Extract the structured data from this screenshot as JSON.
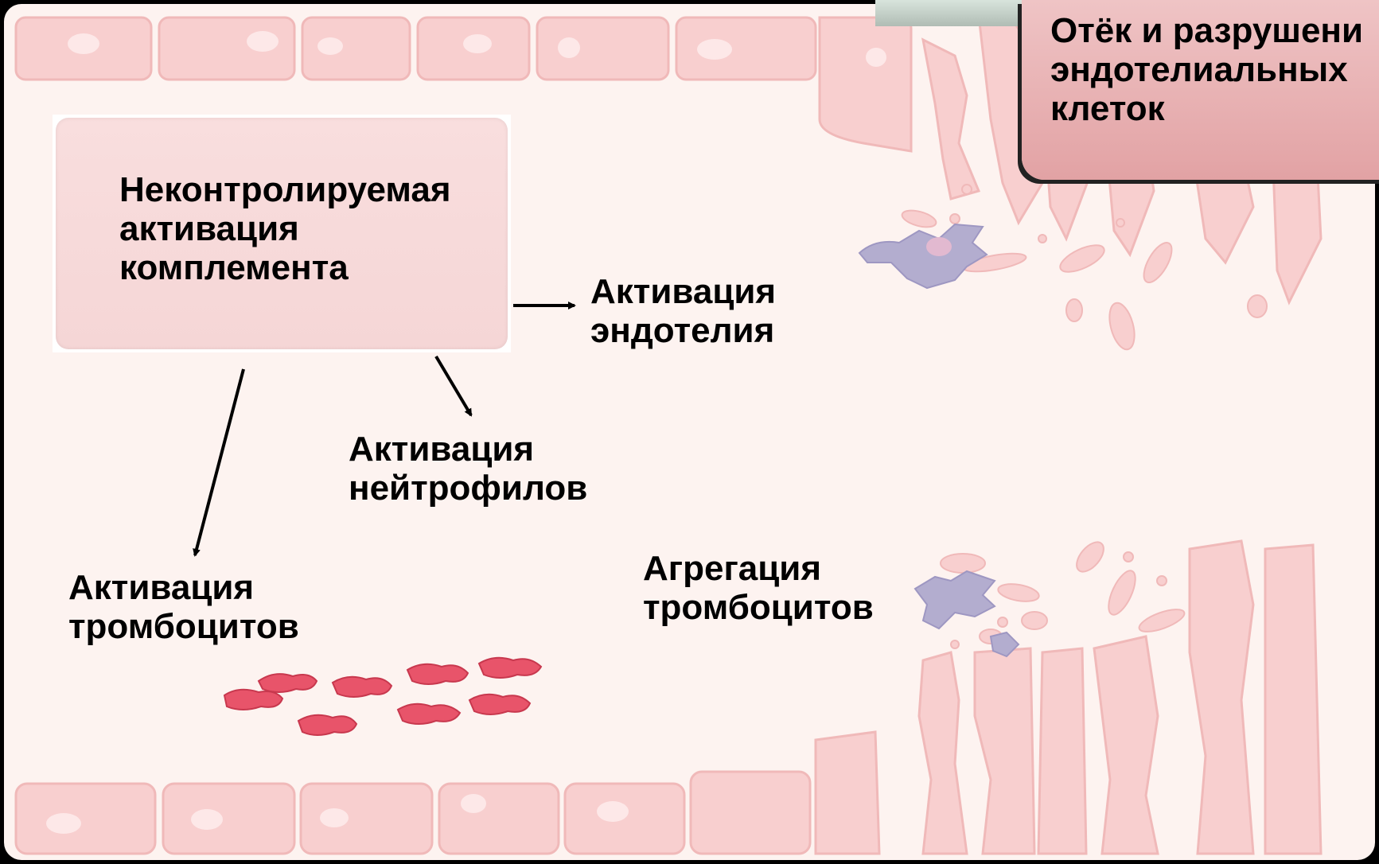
{
  "complement_box": {
    "text": "Неконтролируемая\nактивация\nкомплемента"
  },
  "edema_box": {
    "text": "Отёк и разрушени\nэндотелиальных\nклеток"
  },
  "labels": {
    "endothelium": "Активация\nэндотелия",
    "neutrophils": "Активация\nнейтрофилов",
    "platelets_activation": "Активация\nтромбоцитов",
    "platelets_aggregation": "Агрегация\nтромбоцитов"
  },
  "colors": {
    "background": "#fdf3f0",
    "cell_fill": "#f7c7c7",
    "cell_stroke": "#efb0b0",
    "platelet_fill": "#e8546a",
    "leukocyte_fill": "#a9a3c8",
    "arrow": "#000000"
  }
}
